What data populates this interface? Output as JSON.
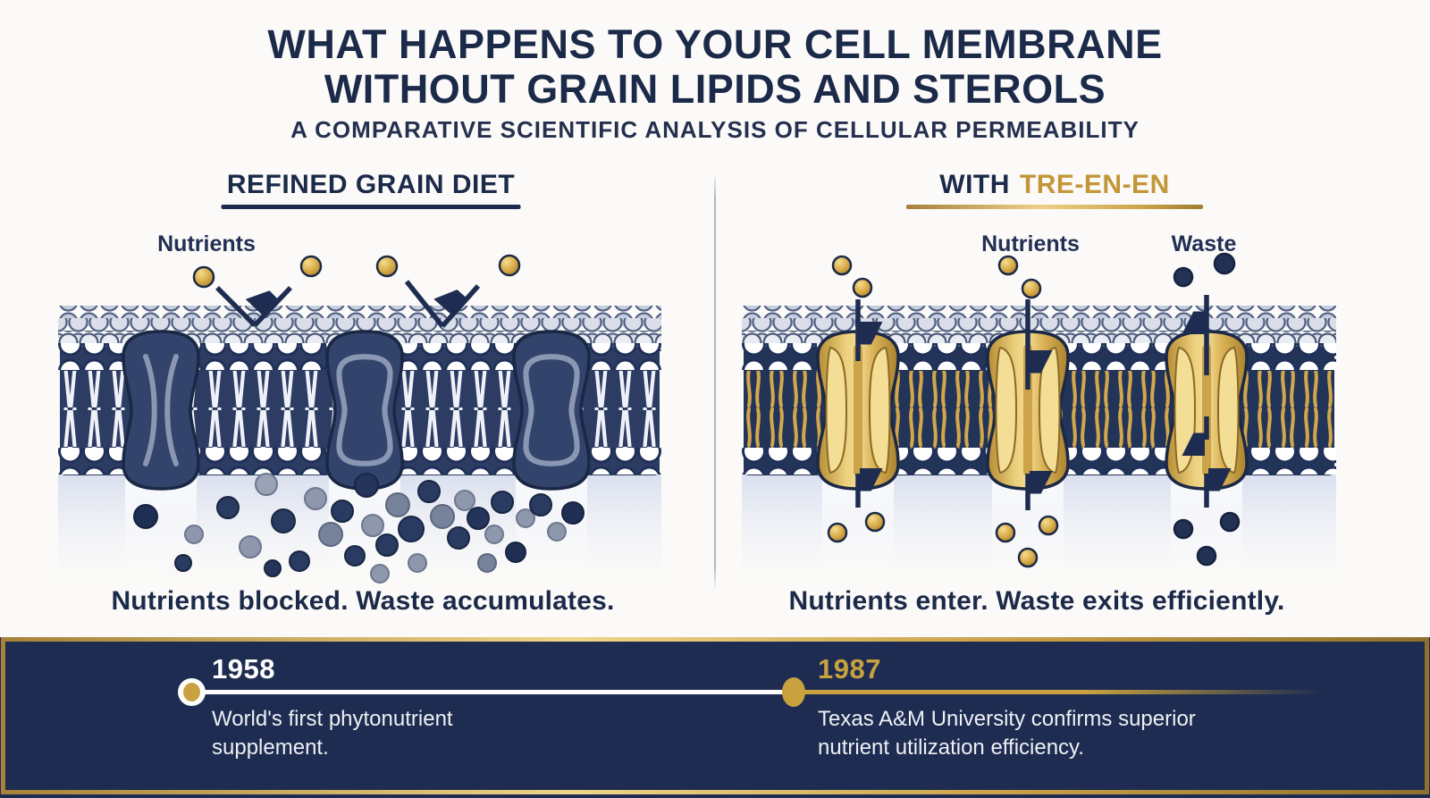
{
  "page": {
    "title_line1": "WHAT HAPPENS TO YOUR CELL MEMBRANE",
    "title_line2": "WITHOUT GRAIN LIPIDS AND STEROLS",
    "subtitle": "A COMPARATIVE SCIENTIFIC ANALYSIS OF CELLULAR PERMEABILITY"
  },
  "left_panel": {
    "heading": "REFINED GRAIN DIET",
    "nutrients_label": "Nutrients",
    "caption": "Nutrients blocked. Waste accumulates."
  },
  "right_panel": {
    "heading_prefix": "WITH",
    "heading_brand": "TRE-EN-EN",
    "nutrients_label": "Nutrients",
    "waste_label": "Waste",
    "caption": "Nutrients enter. Waste exits efficiently."
  },
  "timeline": {
    "events": [
      {
        "year": "1958",
        "description": "World's first phytonutrient supplement."
      },
      {
        "year": "1987",
        "description": "Texas A&M University confirms superior nutrient utilization efficiency."
      }
    ]
  },
  "colors": {
    "navy": "#1d2b4c",
    "gold": "#c79d42",
    "timeline_background": "#1d2c50",
    "membrane_interior_left": "#2c3c63",
    "membrane_interior_right": "#233459"
  }
}
